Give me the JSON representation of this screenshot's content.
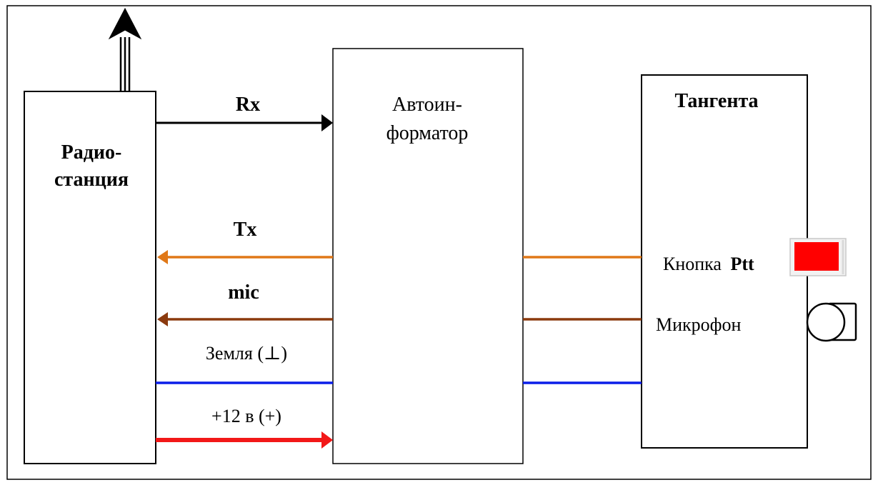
{
  "blocks": {
    "radio": {
      "line1": "Радио-",
      "line2": "станция"
    },
    "informer": {
      "line1": "Автоин-",
      "line2": "форматор"
    },
    "tangenta": {
      "title": "Тангента"
    }
  },
  "signals": {
    "rx": "Rx",
    "tx": "Tx",
    "mic": "mic",
    "ground": "Земля (⊥)",
    "power": "+12 в (+)"
  },
  "tangenta_parts": {
    "ptt_prefix": "Кнопка",
    "ptt_bold": "Ptt",
    "microphone": "Микрофон"
  },
  "colors": {
    "rx_line": "#000000",
    "tx_line": "#e07818",
    "mic_line": "#8b3a0e",
    "ground_line": "#0a1ee8",
    "power_line": "#f21818",
    "ptt_button": "#ff0000"
  },
  "icons": {
    "antenna": "antenna-icon",
    "ptt": "ptt-button-icon",
    "mic": "microphone-icon"
  }
}
